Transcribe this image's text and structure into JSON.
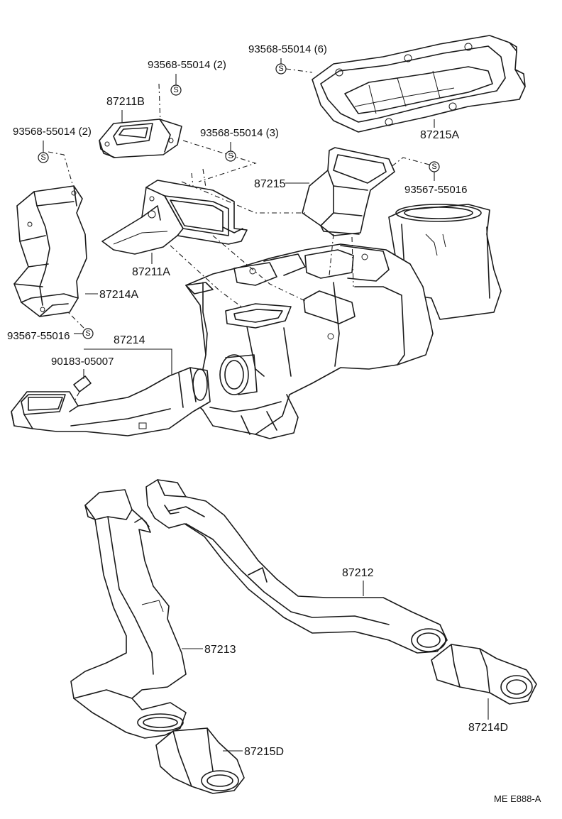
{
  "labels": {
    "p_87215A": "87215A",
    "p_93568_55014_6": "93568-55014 (6)",
    "p_93568_55014_2a": "93568-55014 (2)",
    "p_87211B": "87211B",
    "p_93568_55014_2b": "93568-55014 (2)",
    "p_93568_55014_3": "93568-55014 (3)",
    "p_87215": "87215",
    "p_93567_55016a": "93567-55016",
    "p_87211A": "87211A",
    "p_87214A": "87214A",
    "p_93567_55016b": "93567-55016",
    "p_87214": "87214",
    "p_90183_05007": "90183-05007",
    "p_87212": "87212",
    "p_87213": "87213",
    "p_87214D": "87214D",
    "p_87215D": "87215D",
    "footer_code": "ME  E888-A"
  },
  "symbols": {
    "screw": "S"
  },
  "icons": {
    "screw_symbol": "screw-s-circle-icon"
  }
}
